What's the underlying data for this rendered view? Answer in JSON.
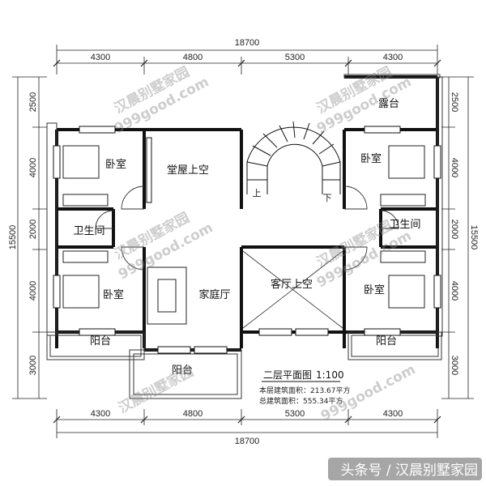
{
  "dimensions": {
    "top_total": "18700",
    "top_segments": [
      "4300",
      "4800",
      "5300",
      "4300"
    ],
    "bottom_segments": [
      "4300",
      "4800",
      "5300",
      "4300"
    ],
    "bottom_total": "18700",
    "left_total": "15500",
    "left_segments": [
      "2500",
      "4000",
      "2000",
      "4000",
      "3000"
    ],
    "right_total": "15500",
    "right_segments": [
      "2500",
      "4000",
      "2000",
      "4000",
      "3000"
    ]
  },
  "rooms": {
    "terrace": "露台",
    "bedroom_tl": "卧室",
    "hall_void": "堂屋上空",
    "bedroom_tr": "卧室",
    "bathroom_l": "卫生间",
    "bathroom_r": "卫生间",
    "bedroom_bl": "卧室",
    "family_hall": "家庭厅",
    "living_void": "客厅上空",
    "bedroom_br": "卧室",
    "balcony_bl": "阳台",
    "balcony_br": "阳台",
    "balcony_c": "阳台",
    "stair_up": "上",
    "stair_down": "下"
  },
  "title_block": {
    "title": "二层平面图",
    "scale": "1:100",
    "floor_area": "本层建筑面积：213.67平方",
    "total_area": "总建筑面积：555.34平方"
  },
  "watermarks": [
    "汉晨别墅家园",
    "999good.com",
    "汉晨别墅家园",
    "999good.com",
    "汉晨别墅家园",
    "999good.com",
    "汉晨别墅家园",
    "999good.com",
    "汉晨别墅家园",
    "999good.com"
  ],
  "credit": "头条号 / 汉晨别墅家园"
}
